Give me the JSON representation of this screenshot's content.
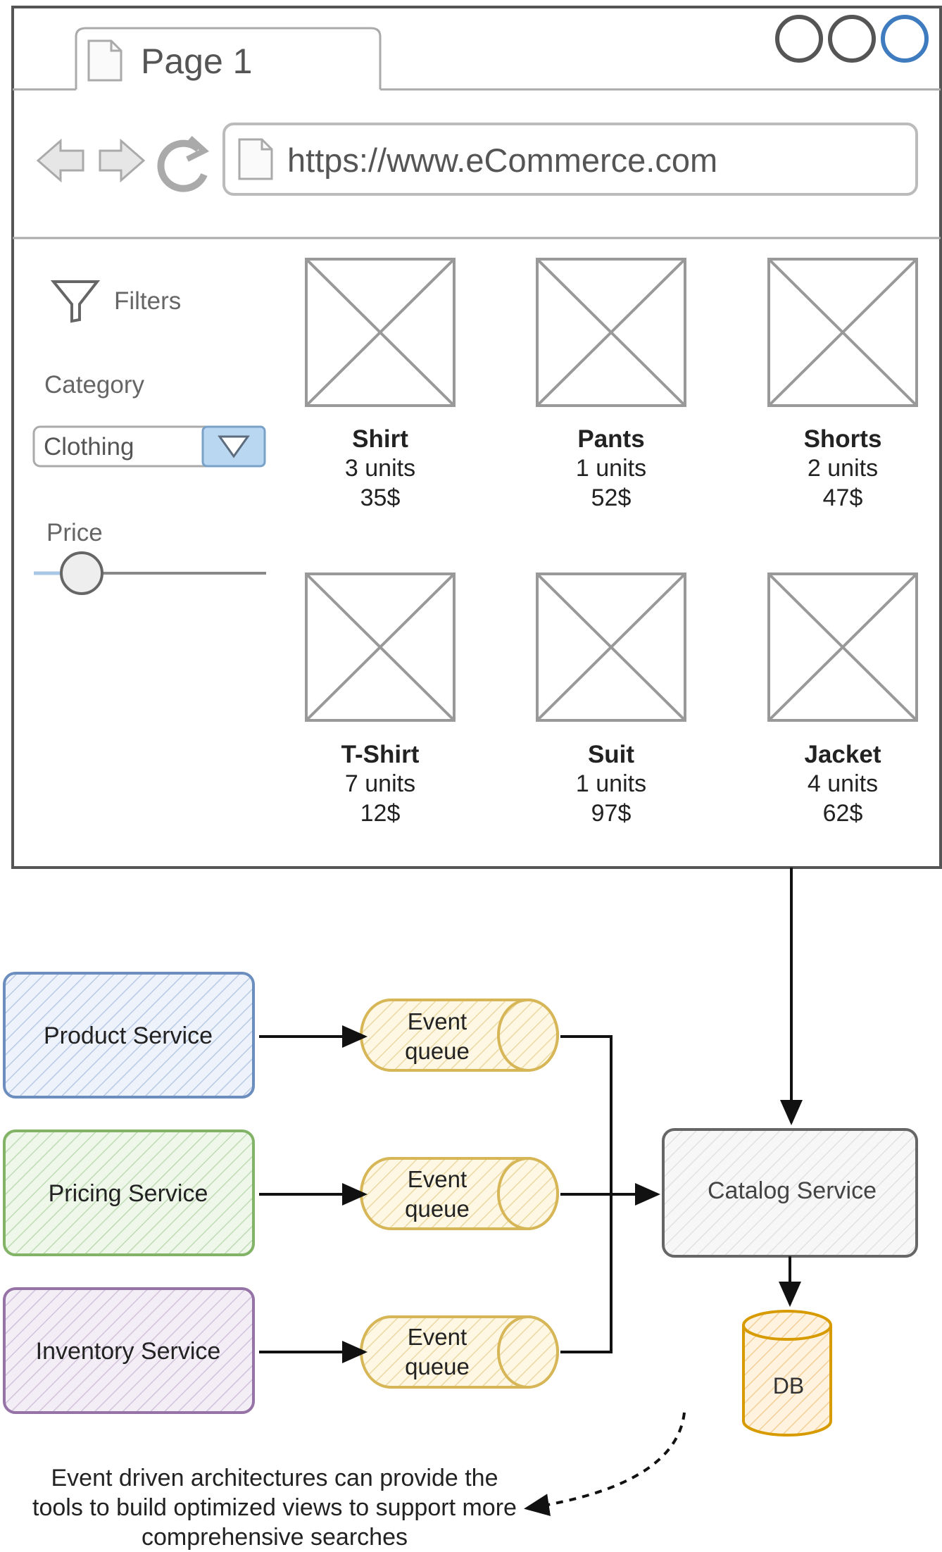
{
  "browser": {
    "tab_title": "Page 1",
    "url": "https://www.eCommerce.com"
  },
  "sidebar": {
    "filters_label": "Filters",
    "category_label": "Category",
    "category_value": "Clothing",
    "price_label": "Price"
  },
  "products": [
    {
      "name": "Shirt",
      "units": "3 units",
      "price": "35$"
    },
    {
      "name": "Pants",
      "units": "1 units",
      "price": "52$"
    },
    {
      "name": "Shorts",
      "units": "2 units",
      "price": "47$"
    },
    {
      "name": "T-Shirt",
      "units": "7 units",
      "price": "12$"
    },
    {
      "name": "Suit",
      "units": "1 units",
      "price": "97$"
    },
    {
      "name": "Jacket",
      "units": "4 units",
      "price": "62$"
    }
  ],
  "architecture": {
    "services": [
      "Product Service",
      "Pricing Service",
      "Inventory Service"
    ],
    "queue_line1": "Event",
    "queue_line2": "queue",
    "catalog": "Catalog Service",
    "db": "DB",
    "note": "Event driven architectures can provide the tools to build optimized views to support more comprehensive searches"
  },
  "colors": {
    "product_service": "#6c8ebf",
    "pricing_service": "#82b366",
    "inventory_service": "#9673a6",
    "queue": "#d6b656",
    "db": "#d79b00",
    "catalog": "#666666"
  }
}
